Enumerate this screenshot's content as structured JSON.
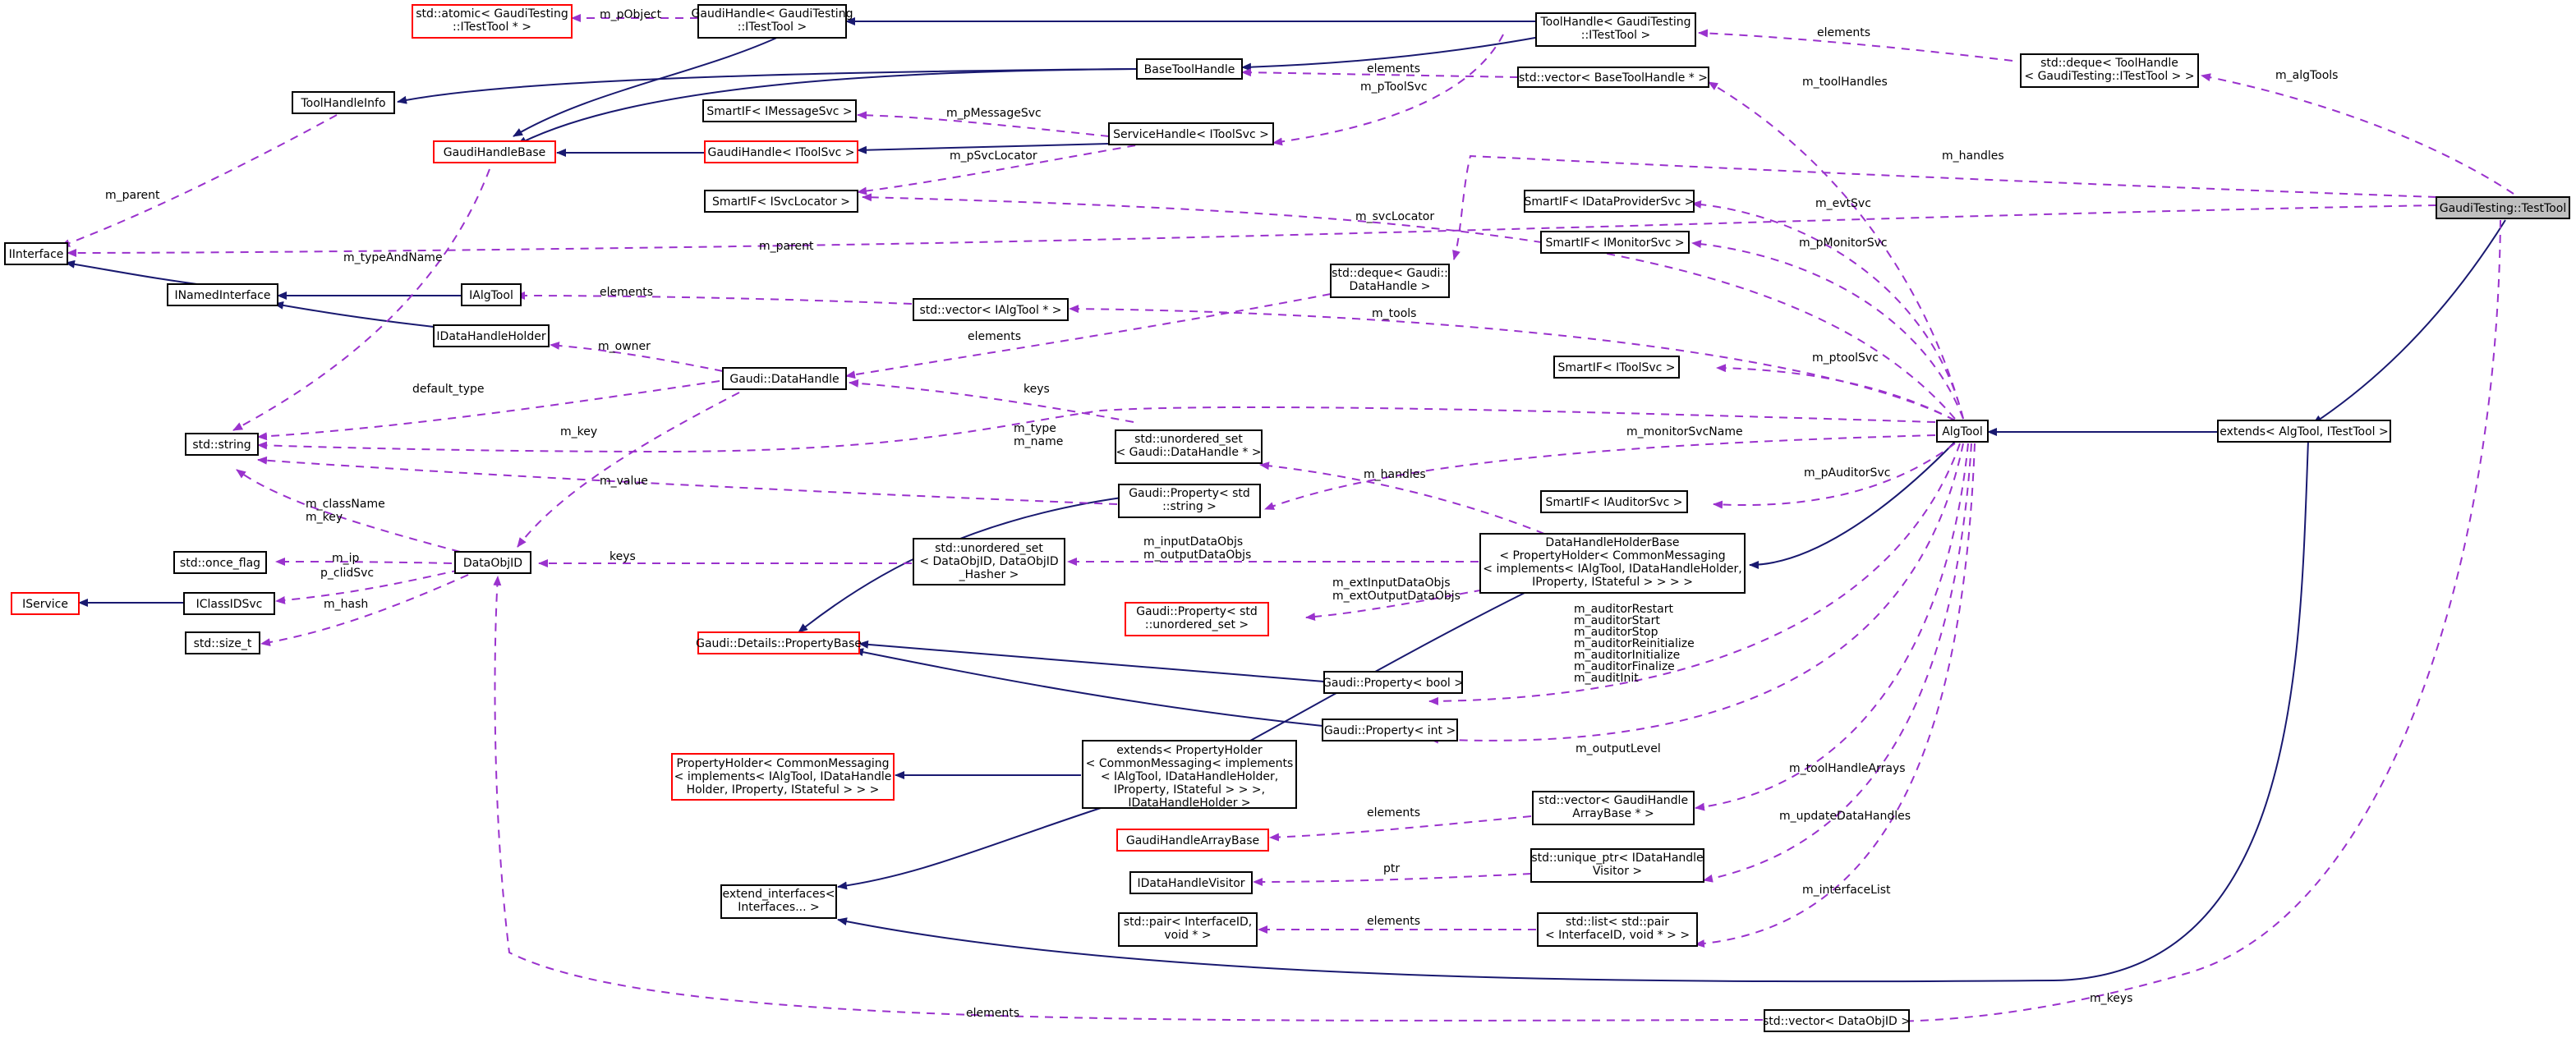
{
  "nodes": [
    {
      "id": "atomic",
      "lines": [
        "std::atomic< GaudiTesting",
        "::ITestTool * >"
      ],
      "red": true
    },
    {
      "id": "gh_itest",
      "lines": [
        "GaudiHandle< GaudiTesting",
        "::ITestTool >"
      ]
    },
    {
      "id": "th_itest",
      "lines": [
        "ToolHandle< GaudiTesting",
        "::ITestTool >"
      ]
    },
    {
      "id": "deque_th",
      "lines": [
        "std::deque< ToolHandle",
        "< GaudiTesting::ITestTool > >"
      ]
    },
    {
      "id": "basetoolhandle",
      "lines": [
        "BaseToolHandle"
      ]
    },
    {
      "id": "vec_bth",
      "lines": [
        "std::vector< BaseToolHandle * >"
      ]
    },
    {
      "id": "toolhandleinfo",
      "lines": [
        "ToolHandleInfo"
      ]
    },
    {
      "id": "smartif_imsg",
      "lines": [
        "SmartIF< IMessageSvc >"
      ]
    },
    {
      "id": "servicehandle",
      "lines": [
        "ServiceHandle< IToolSvc >"
      ]
    },
    {
      "id": "gaudihandlebase",
      "lines": [
        "GaudiHandleBase"
      ],
      "red": true
    },
    {
      "id": "gh_itoolsvc",
      "lines": [
        "GaudiHandle< IToolSvc >"
      ],
      "red": true
    },
    {
      "id": "smartif_isvc",
      "lines": [
        "SmartIF< ISvcLocator >"
      ]
    },
    {
      "id": "smartif_idp",
      "lines": [
        "SmartIF< IDataProviderSvc >"
      ]
    },
    {
      "id": "iinterface",
      "lines": [
        "IInterface"
      ]
    },
    {
      "id": "smartif_imon",
      "lines": [
        "SmartIF< IMonitorSvc >"
      ]
    },
    {
      "id": "testtool",
      "lines": [
        "GaudiTesting::TestTool"
      ],
      "focus": true
    },
    {
      "id": "inamed",
      "lines": [
        "INamedInterface"
      ]
    },
    {
      "id": "ialgtool",
      "lines": [
        "IAlgTool"
      ]
    },
    {
      "id": "deque_dh",
      "lines": [
        "std::deque< Gaudi::",
        "DataHandle >"
      ]
    },
    {
      "id": "vec_ialg",
      "lines": [
        "std::vector< IAlgTool * >"
      ]
    },
    {
      "id": "idhh",
      "lines": [
        "IDataHandleHolder"
      ]
    },
    {
      "id": "gaudi_dh",
      "lines": [
        "Gaudi::DataHandle"
      ]
    },
    {
      "id": "smartif_itool",
      "lines": [
        "SmartIF< IToolSvc >"
      ]
    },
    {
      "id": "stdstring",
      "lines": [
        "std::string"
      ]
    },
    {
      "id": "unord_dh",
      "lines": [
        "std::unordered_set",
        "< Gaudi::DataHandle * >"
      ]
    },
    {
      "id": "algtool",
      "lines": [
        "AlgTool"
      ]
    },
    {
      "id": "extends_alg",
      "lines": [
        "extends< AlgTool, ITestTool >"
      ]
    },
    {
      "id": "prop_string",
      "lines": [
        "Gaudi::Property< std",
        "::string >"
      ]
    },
    {
      "id": "smartif_iaud",
      "lines": [
        "SmartIF< IAuditorSvc >"
      ]
    },
    {
      "id": "onceflag",
      "lines": [
        "std::once_flag"
      ]
    },
    {
      "id": "dataobjid",
      "lines": [
        "DataObjID"
      ]
    },
    {
      "id": "unord_doid",
      "lines": [
        "std::unordered_set",
        "< DataObjID, DataObjID",
        "_Hasher >"
      ]
    },
    {
      "id": "dhhb",
      "lines": [
        "DataHandleHolderBase",
        "< PropertyHolder< CommonMessaging",
        "< implements< IAlgTool, IDataHandleHolder,",
        "IProperty, IStateful > > > >"
      ]
    },
    {
      "id": "iservice",
      "lines": [
        "IService"
      ],
      "red": true
    },
    {
      "id": "iclassid",
      "lines": [
        "IClassIDSvc"
      ]
    },
    {
      "id": "prop_unord",
      "lines": [
        "Gaudi::Property< std",
        "::unordered_set >"
      ],
      "red": true
    },
    {
      "id": "sizet",
      "lines": [
        "std::size_t"
      ]
    },
    {
      "id": "propbase",
      "lines": [
        "Gaudi::Details::PropertyBase"
      ],
      "red": true
    },
    {
      "id": "prop_bool",
      "lines": [
        "Gaudi::Property< bool >"
      ]
    },
    {
      "id": "prop_int",
      "lines": [
        "Gaudi::Property< int >"
      ]
    },
    {
      "id": "propholder",
      "lines": [
        "PropertyHolder< CommonMessaging",
        "< implements< IAlgTool, IDataHandle",
        "Holder, IProperty, IStateful > > >"
      ],
      "red": true
    },
    {
      "id": "extends_ph",
      "lines": [
        "extends< PropertyHolder",
        "< CommonMessaging< implements",
        "< IAlgTool, IDataHandleHolder,",
        "IProperty, IStateful > > >,",
        "IDataHandleHolder >"
      ]
    },
    {
      "id": "vec_gha",
      "lines": [
        "std::vector< GaudiHandle",
        "ArrayBase * >"
      ]
    },
    {
      "id": "ghab",
      "lines": [
        "GaudiHandleArrayBase"
      ],
      "red": true
    },
    {
      "id": "idhv",
      "lines": [
        "IDataHandleVisitor"
      ]
    },
    {
      "id": "uptr_dhv",
      "lines": [
        "std::unique_ptr< IDataHandle",
        "Visitor >"
      ]
    },
    {
      "id": "extif",
      "lines": [
        "extend_interfaces<",
        "Interfaces... >"
      ]
    },
    {
      "id": "pair_ii",
      "lines": [
        "std::pair< InterfaceID,",
        "void * >"
      ]
    },
    {
      "id": "list_pair",
      "lines": [
        "std::list< std::pair",
        "< InterfaceID, void * > >"
      ]
    },
    {
      "id": "vec_doid",
      "lines": [
        "std::vector< DataObjID >"
      ]
    }
  ],
  "edge_labels": [
    {
      "id": "m_pObject",
      "lines": [
        "m_pObject"
      ]
    },
    {
      "id": "elements_th",
      "lines": [
        "elements"
      ]
    },
    {
      "id": "m_algTools",
      "lines": [
        "m_algTools"
      ]
    },
    {
      "id": "elements_bth",
      "lines": [
        "elements"
      ]
    },
    {
      "id": "m_pToolSvc",
      "lines": [
        "m_pToolSvc"
      ]
    },
    {
      "id": "m_toolHandles",
      "lines": [
        "m_toolHandles"
      ]
    },
    {
      "id": "m_pMessageSvc",
      "lines": [
        "m_pMessageSvc"
      ]
    },
    {
      "id": "m_pSvcLocator",
      "lines": [
        "m_pSvcLocator"
      ]
    },
    {
      "id": "m_parent_thi",
      "lines": [
        "m_parent"
      ]
    },
    {
      "id": "m_handles_top",
      "lines": [
        "m_handles"
      ]
    },
    {
      "id": "m_evtSvc",
      "lines": [
        "m_evtSvc"
      ]
    },
    {
      "id": "m_svcLocator",
      "lines": [
        "m_svcLocator"
      ]
    },
    {
      "id": "m_parent",
      "lines": [
        "m_parent"
      ]
    },
    {
      "id": "m_typeAndName",
      "lines": [
        "m_typeAndName"
      ]
    },
    {
      "id": "m_pMonitorSvc",
      "lines": [
        "m_pMonitorSvc"
      ]
    },
    {
      "id": "elements_ialg",
      "lines": [
        "elements"
      ]
    },
    {
      "id": "m_tools",
      "lines": [
        "m_tools"
      ]
    },
    {
      "id": "elements_dh",
      "lines": [
        "elements"
      ]
    },
    {
      "id": "m_owner",
      "lines": [
        "m_owner"
      ]
    },
    {
      "id": "m_ptoolSvc",
      "lines": [
        "m_ptoolSvc"
      ]
    },
    {
      "id": "default_type",
      "lines": [
        "default_type"
      ]
    },
    {
      "id": "keys_dh",
      "lines": [
        "keys"
      ]
    },
    {
      "id": "m_type_name",
      "lines": [
        "m_type",
        "m_name"
      ]
    },
    {
      "id": "m_key",
      "lines": [
        "m_key"
      ]
    },
    {
      "id": "m_monitorSvcName",
      "lines": [
        "m_monitorSvcName"
      ]
    },
    {
      "id": "m_value",
      "lines": [
        "m_value"
      ]
    },
    {
      "id": "m_handles_mid",
      "lines": [
        "m_handles"
      ]
    },
    {
      "id": "m_pAuditorSvc",
      "lines": [
        "m_pAuditorSvc"
      ]
    },
    {
      "id": "m_className_key",
      "lines": [
        "m_className",
        "m_key"
      ]
    },
    {
      "id": "m_inputDataObjs",
      "lines": [
        "m_inputDataObjs",
        "m_outputDataObjs"
      ]
    },
    {
      "id": "m_ip",
      "lines": [
        "m_ip"
      ]
    },
    {
      "id": "keys_doid",
      "lines": [
        "keys"
      ]
    },
    {
      "id": "p_clidSvc",
      "lines": [
        "p_clidSvc"
      ]
    },
    {
      "id": "m_extInputDataObjs",
      "lines": [
        "m_extInputDataObjs",
        "m_extOutputDataObjs"
      ]
    },
    {
      "id": "m_hash",
      "lines": [
        "m_hash"
      ]
    },
    {
      "id": "m_auditors",
      "lines": [
        "m_auditorRestart",
        "m_auditorStart",
        "m_auditorStop",
        "m_auditorReinitialize",
        "m_auditorInitialize",
        "m_auditorFinalize",
        "m_auditInit"
      ]
    },
    {
      "id": "m_outputLevel",
      "lines": [
        "m_outputLevel"
      ]
    },
    {
      "id": "m_toolHandleArrays",
      "lines": [
        "m_toolHandleArrays"
      ]
    },
    {
      "id": "elements_gha",
      "lines": [
        "elements"
      ]
    },
    {
      "id": "m_updateDataHandles",
      "lines": [
        "m_updateDataHandles"
      ]
    },
    {
      "id": "ptr",
      "lines": [
        "ptr"
      ]
    },
    {
      "id": "m_interfaceList",
      "lines": [
        "m_interfaceList"
      ]
    },
    {
      "id": "elements_pair",
      "lines": [
        "elements"
      ]
    },
    {
      "id": "m_keys",
      "lines": [
        "m_keys"
      ]
    },
    {
      "id": "elements_doid",
      "lines": [
        "elements"
      ]
    }
  ],
  "colors": {
    "inheritance_edge": "#191970",
    "usage_edge": "#9a32cd",
    "node_border": "#000000",
    "incomplete_node_border": "#ff0000",
    "focus_node_fill": "#bfbfbf"
  }
}
